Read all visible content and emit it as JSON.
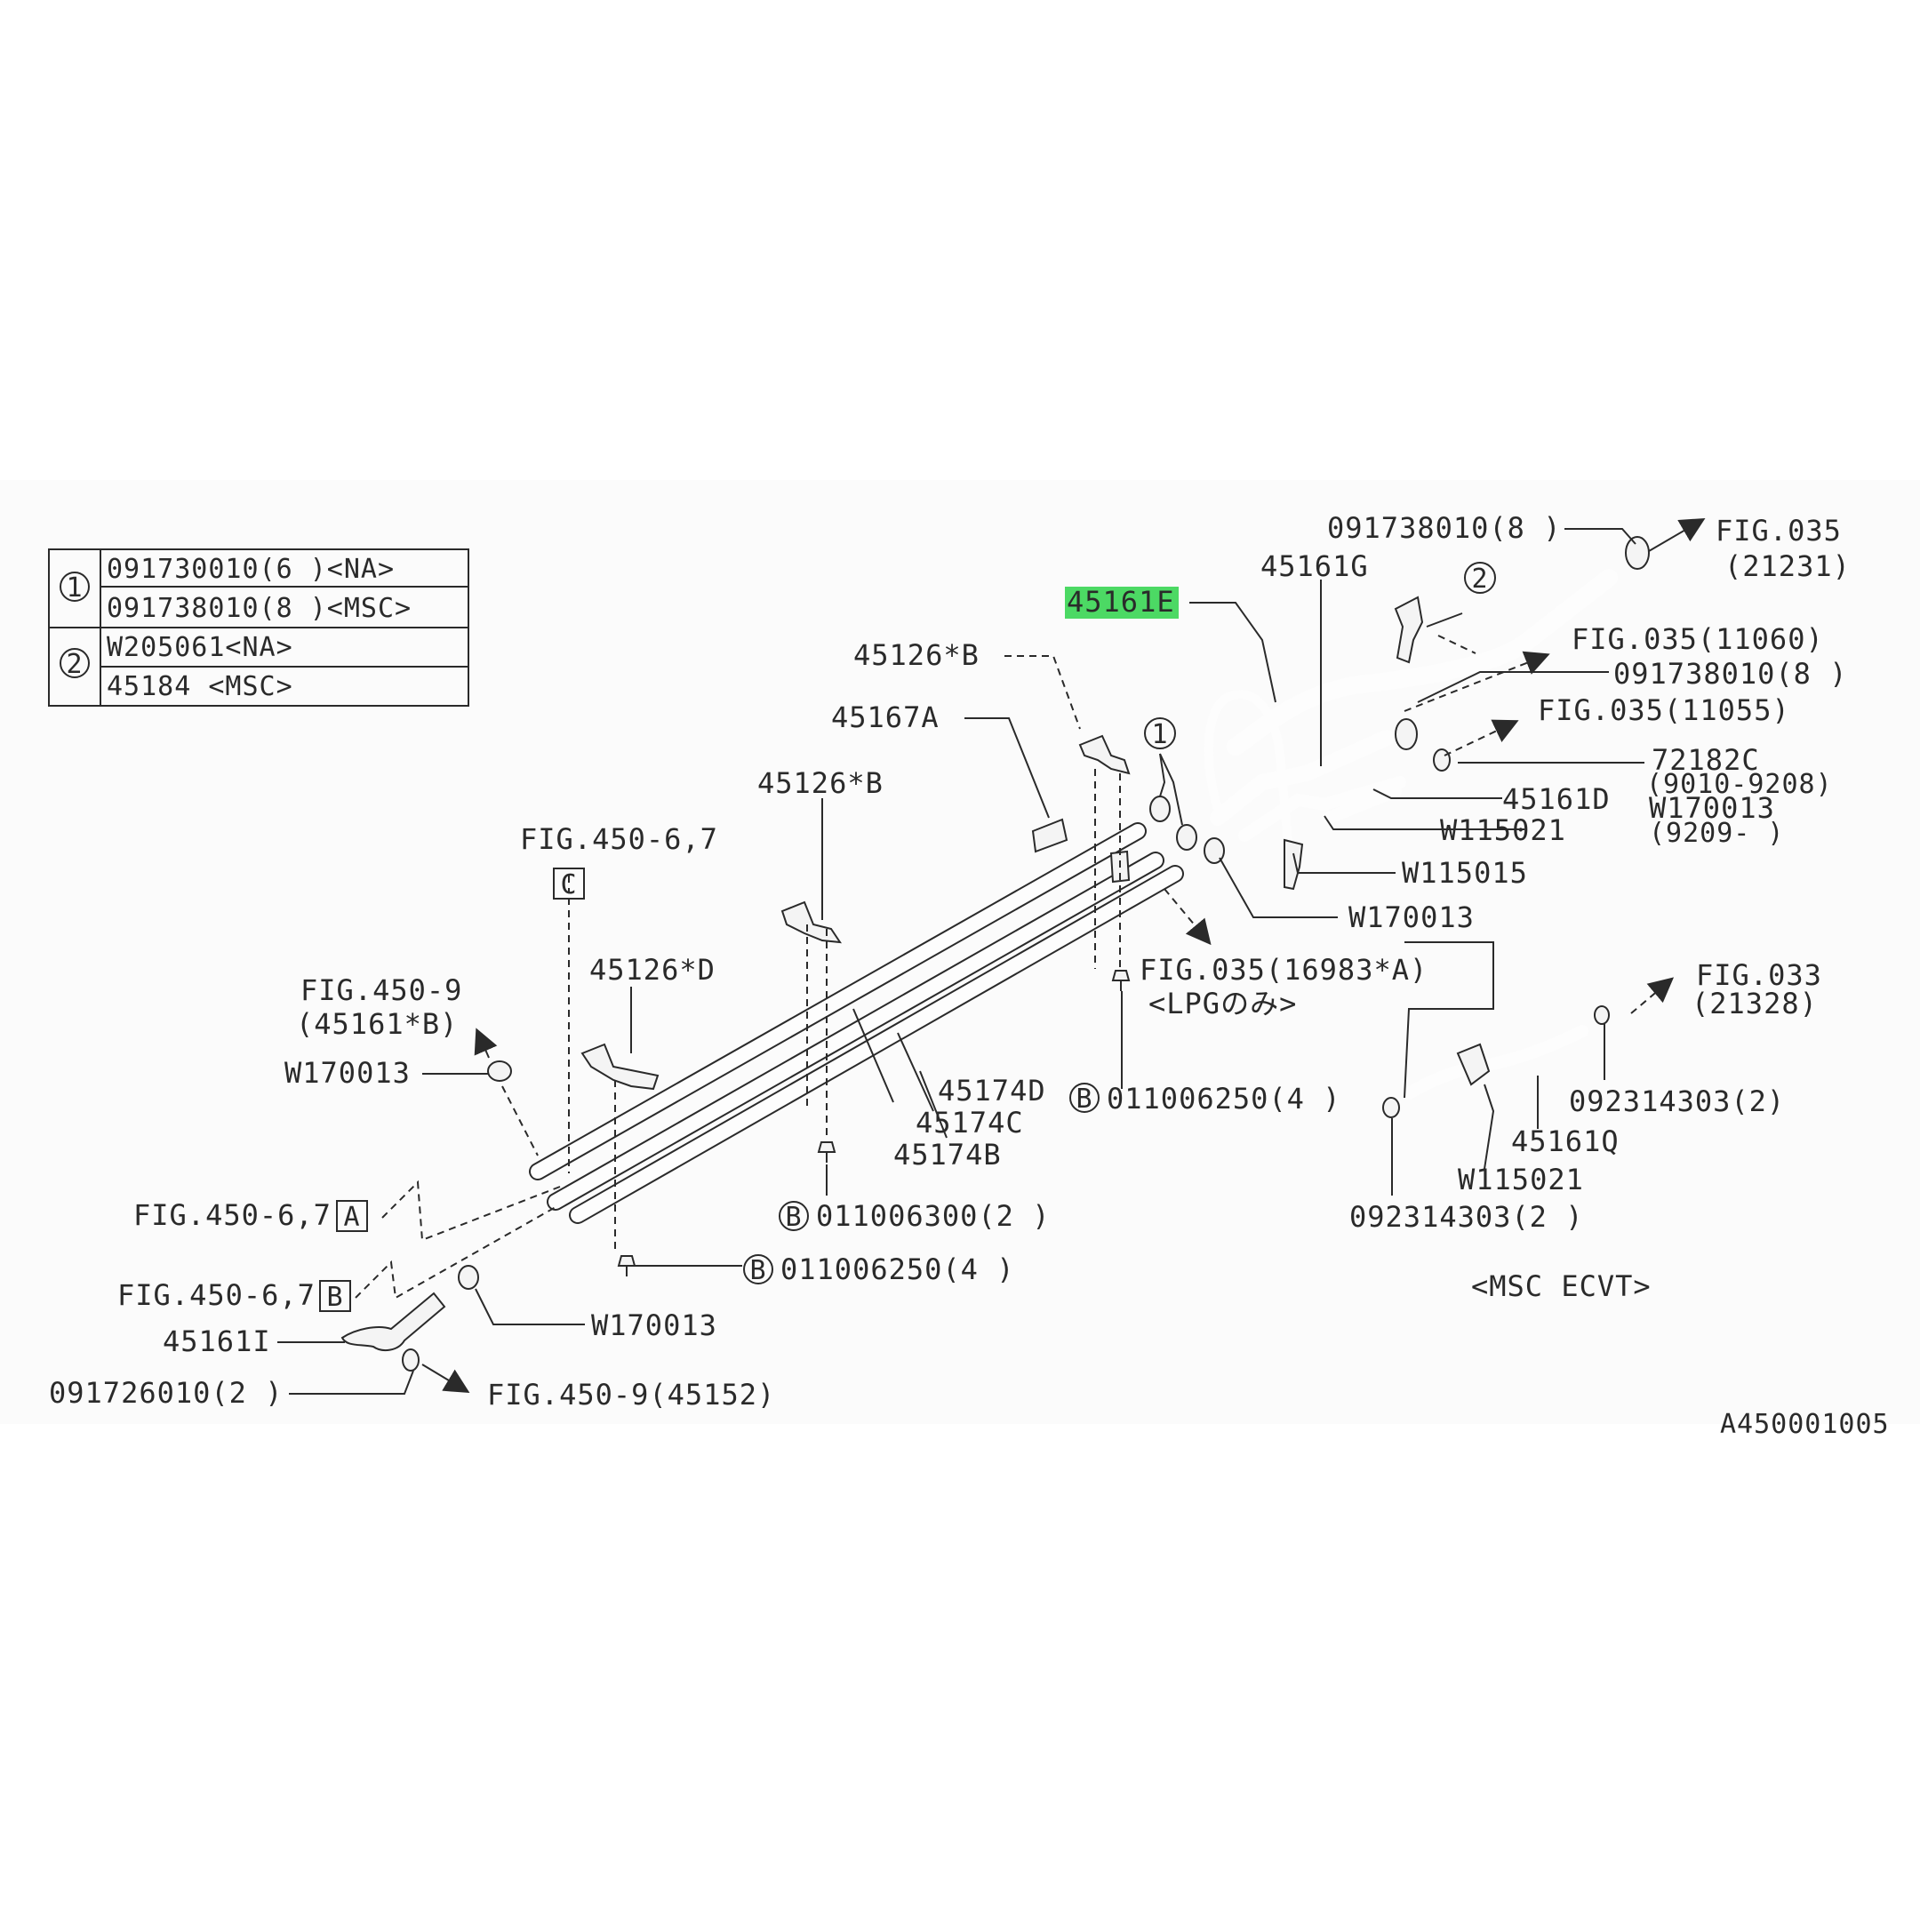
{
  "table": {
    "row1_marker": "1",
    "row1a": "091730010(6  )<NA>",
    "row1b": "091738010(8  )<MSC>",
    "row2_marker": "2",
    "row2a": "W205061<NA>",
    "row2b": "45184    <MSC>"
  },
  "labels": {
    "p091738010_top": "091738010(8 )",
    "fig035_21231_a": "FIG.035",
    "fig035_21231_b": "(21231)",
    "p45161G": "45161G",
    "p45161E": "45161E",
    "circle2": "2",
    "fig035_11060": "FIG.035(11060)",
    "p091738010_mid": "091738010(8 )",
    "fig035_11055": "FIG.035(11055)",
    "p45126B_top": "45126*B",
    "p45167A": "45167A",
    "circle1": "1",
    "p72182C": "72182C",
    "range_9010": "(9010-9208)",
    "p45161D": "45161D",
    "pW170013_r": "W170013",
    "range_9209": "(9209-      )",
    "pW115021_top": "W115021",
    "p45126B_mid": "45126*B",
    "fig450_67_c": "FIG.450-6,7",
    "letter_c": "C",
    "pW115015": "W115015",
    "pW170013_mid": "W170013",
    "fig035_16983": "FIG.035(16983*A)",
    "lpg": "<LPGのみ>",
    "fig450_9_a": "FIG.450-9",
    "fig450_9_b": "(45161*B)",
    "p45126D": "45126*D",
    "fig033_a": "FIG.033",
    "fig033_b": "(21328)",
    "pW170013_left": "W170013",
    "p45174D": "45174D",
    "b_011006250_r": "011006250(4 )",
    "p45174C": "45174C",
    "p45174B": "45174B",
    "p092314303_r": "092314303(2)",
    "p45161Q": "45161Q",
    "pW115021_bot": "W115021",
    "fig450_67_a": "FIG.450-6,7",
    "letter_a": "A",
    "b_011006300": "011006300(2 )",
    "p092314303_b": "092314303(2  )",
    "b_011006250_b": "011006250(4 )",
    "fig450_67_b": "FIG.450-6,7",
    "letter_b": "B",
    "msc_ecvt": "<MSC ECVT>",
    "p45161I": "45161I",
    "pW170013_bot": "W170013",
    "p091726010": "091726010(2 )",
    "fig450_9_45152": "FIG.450-9(45152)",
    "b_marker": "B",
    "doc_code": "A450001005"
  },
  "colors": {
    "highlight": "#4cd964",
    "ink": "#2a2a2a",
    "panel": "#fbfbfb"
  }
}
